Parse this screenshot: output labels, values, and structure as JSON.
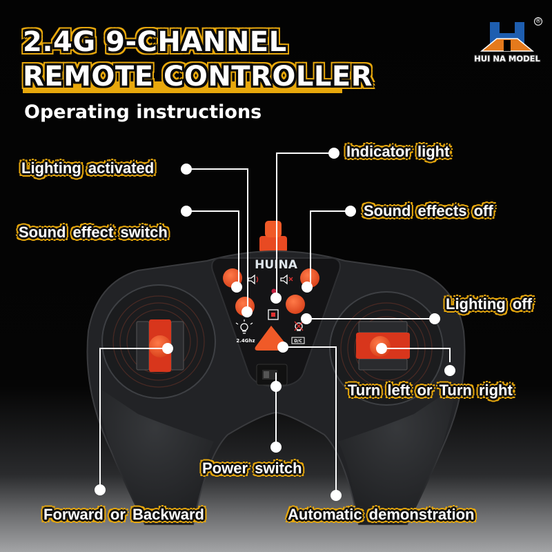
{
  "header": {
    "title_line1": "2.4G  9-CHANNEL",
    "title_line2": "REMOTE CONTROLLER",
    "subtitle": "Operating instructions"
  },
  "brand": {
    "logo_text": "HUI NA MODEL",
    "registered_mark": "®",
    "controller_brand": "HUINA",
    "frequency_label": "2.4Ghz",
    "demo_badge": "D/C",
    "colors": {
      "logo_blue": "#1e5eb0",
      "logo_orange": "#e57a1c",
      "accent_yellow": "#e8a80c",
      "button_orange": "#f05a28"
    }
  },
  "callouts": [
    {
      "id": "lighting-activated",
      "label": "Lighting  activated"
    },
    {
      "id": "sound-effect-switch",
      "label": "Sound  effect  switch"
    },
    {
      "id": "indicator-light",
      "label": "Indicator  light"
    },
    {
      "id": "sound-effects-off",
      "label": "Sound  effects  off"
    },
    {
      "id": "lighting-off",
      "label": "Lighting  off"
    },
    {
      "id": "turn-left-right",
      "label": "Turn left  or  Turn right"
    },
    {
      "id": "power-switch",
      "label": "Power  switch"
    },
    {
      "id": "forward-backward",
      "label": "Forward or Backward"
    },
    {
      "id": "auto-demo",
      "label": "Automatic  demonstration"
    }
  ]
}
